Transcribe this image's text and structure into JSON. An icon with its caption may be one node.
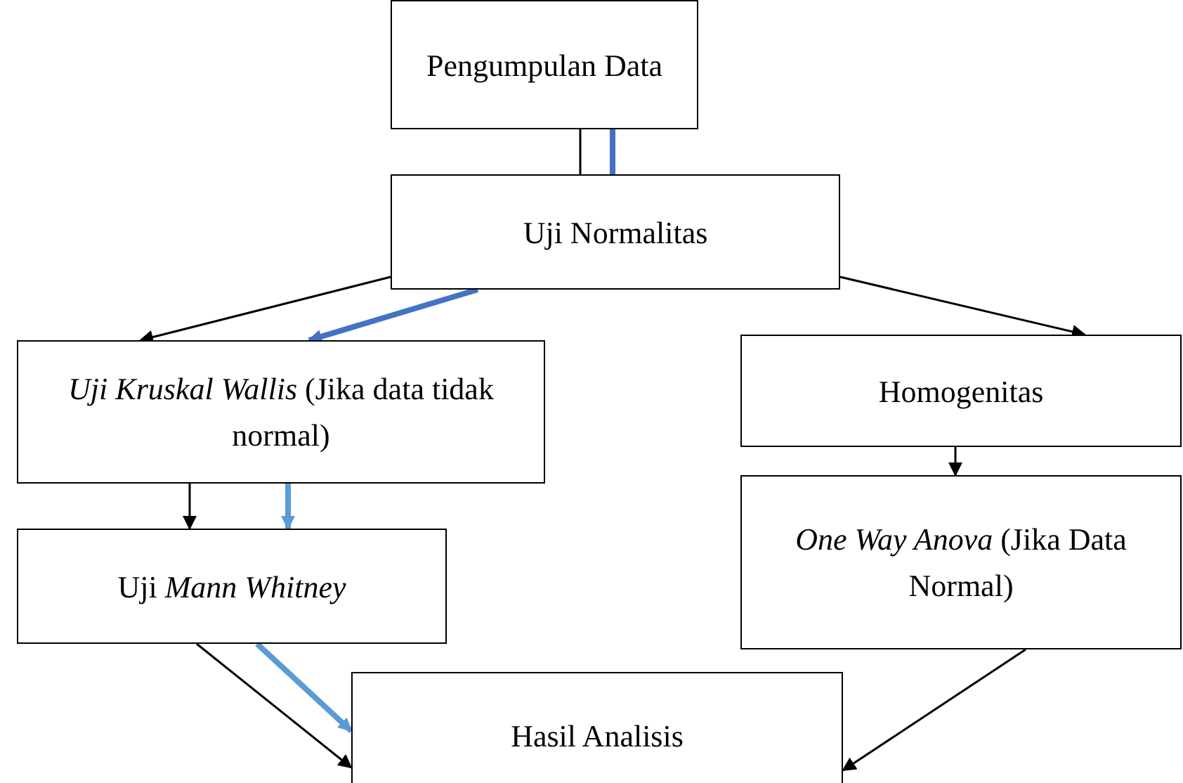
{
  "diagram": {
    "nodes": [
      {
        "text": [
          "Pengumpulan Data"
        ]
      },
      {
        "text": [
          "Uji Normalitas"
        ]
      },
      {
        "text": [
          "*Uji Kruskal Wallis* (Jika data tidak normal)"
        ]
      },
      {
        "text": [
          "Homogenitas"
        ]
      },
      {
        "text": [
          "*One Way Anova* (Jika Data Normal)"
        ]
      },
      {
        "text": [
          "Uji *Mann Whitney*"
        ]
      },
      {
        "text": [
          "Hasil Analisis"
        ]
      }
    ],
    "edges": [
      {
        "from": 0,
        "to": 1,
        "arrow": "none"
      },
      {
        "from": 0,
        "to": 1,
        "arrow": "none",
        "style": "thick",
        "color": "#4472c4"
      },
      {
        "from": 1,
        "to": 2,
        "arrow": "to"
      },
      {
        "from": 1,
        "to": 2,
        "arrow": "to",
        "style": "thick",
        "color": "#4472c4"
      },
      {
        "from": 1,
        "to": 3,
        "arrow": "to"
      },
      {
        "from": 3,
        "to": 4,
        "arrow": "to"
      },
      {
        "from": 2,
        "to": 5,
        "arrow": "to"
      },
      {
        "from": 2,
        "to": 5,
        "arrow": "to",
        "style": "thick",
        "color": "#5b9bd5"
      },
      {
        "from": 5,
        "to": 6,
        "arrow": "to"
      },
      {
        "from": 5,
        "to": 6,
        "arrow": "to",
        "style": "thick",
        "color": "#5b9bd5"
      },
      {
        "from": 4,
        "to": 6,
        "arrow": "to"
      }
    ]
  }
}
